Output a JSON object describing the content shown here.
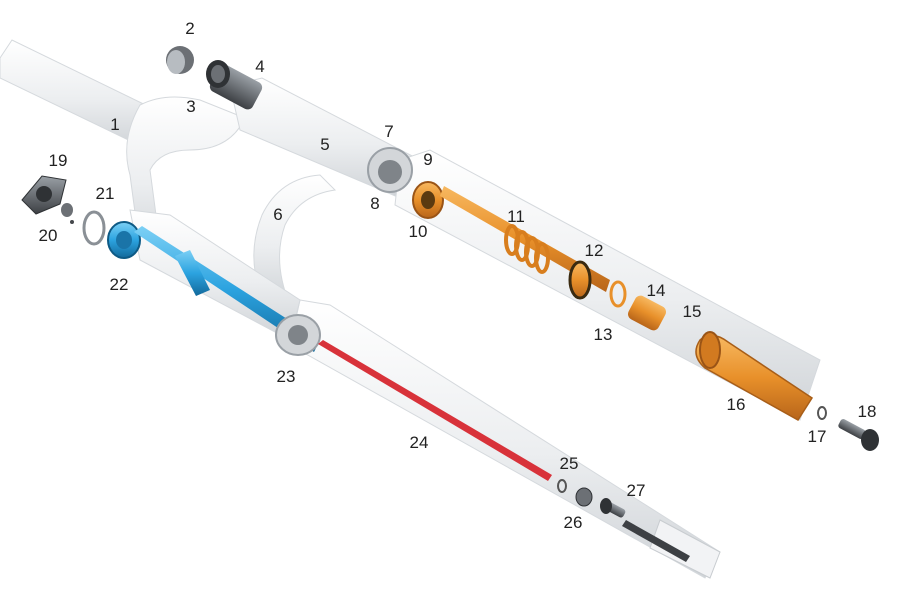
{
  "colors": {
    "background": "#ffffff",
    "fork_body": "#eceef0",
    "fork_shade": "#cfd3d7",
    "damper_orange": "#e8902a",
    "air_spring_blue": "#2ca3e0",
    "rod_red": "#d8323a",
    "hardware_dark": "#45484c"
  },
  "labels": [
    "1",
    "2",
    "3",
    "4",
    "5",
    "6",
    "7",
    "8",
    "9",
    "10",
    "11",
    "12",
    "13",
    "14",
    "15",
    "16",
    "17",
    "18",
    "19",
    "20",
    "21",
    "22",
    "23",
    "24",
    "25",
    "26",
    "27"
  ]
}
